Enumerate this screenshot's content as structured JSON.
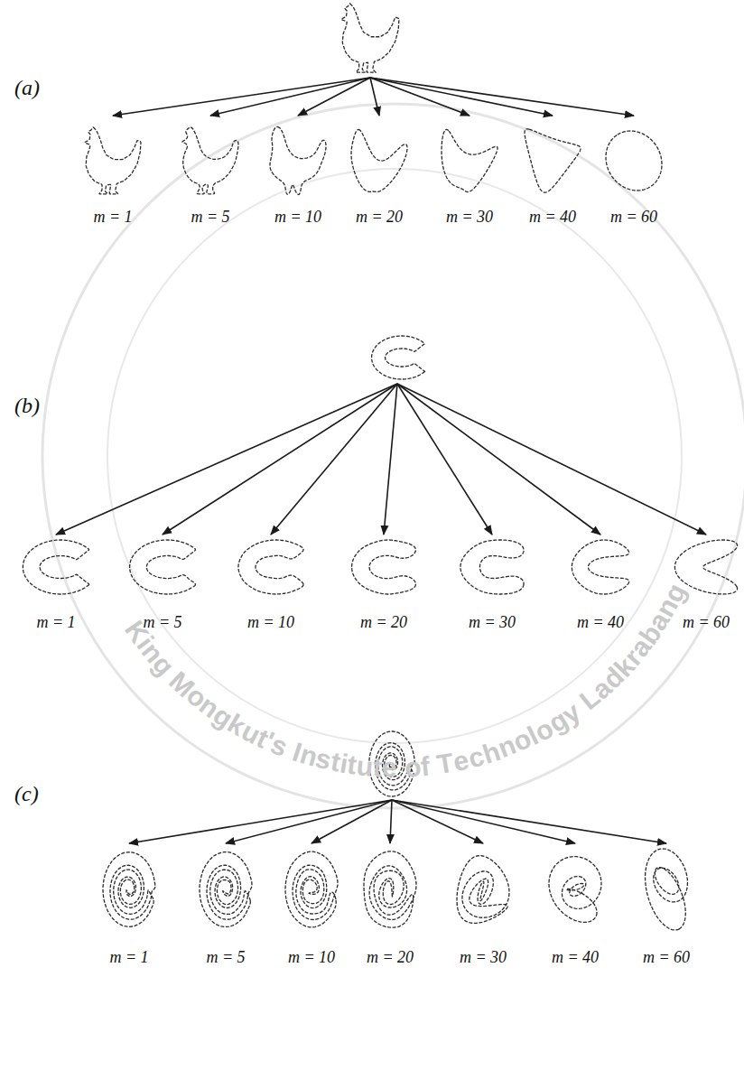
{
  "diagram": {
    "labels": [
      "(a)",
      "m = 1",
      "m = 5",
      "m = 10",
      "m = 20",
      "m = 30",
      "m = 40",
      "m = 60",
      "(b)",
      "m = 1",
      "m = 5",
      "m = 10",
      "m = 20",
      "m = 30",
      "m = 40",
      "m = 60",
      "(c)",
      "m = 1",
      "m = 5",
      "m = 10",
      "m = 20",
      "m = 30",
      "m = 40",
      "m = 60",
      "King Mongkut's Institute of Technology Ladkrabang"
    ]
  }
}
